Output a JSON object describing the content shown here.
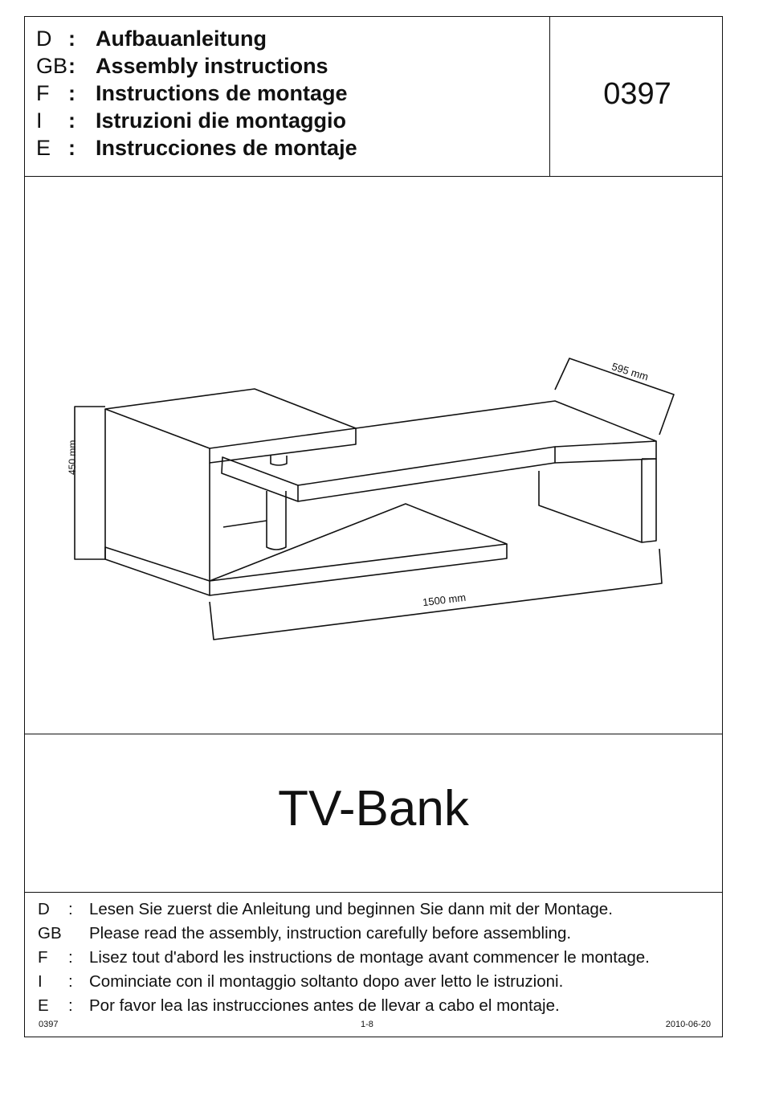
{
  "document_number": "0397",
  "header": {
    "languages": [
      {
        "code": "D",
        "label": "Aufbauanleitung"
      },
      {
        "code": "GB",
        "label": "Assembly instructions"
      },
      {
        "code": "F",
        "label": "Instructions de montage"
      },
      {
        "code": "I",
        "label": "Istruzioni die montaggio"
      },
      {
        "code": "E",
        "label": "Instrucciones de montaje"
      }
    ]
  },
  "drawing": {
    "dimensions": {
      "height": "450 mm",
      "length": "1500 mm",
      "depth": "595 mm"
    }
  },
  "product_title": "TV-Bank",
  "notes": [
    {
      "code": "D",
      "text": "Lesen Sie zuerst die Anleitung und beginnen Sie dann mit der Montage."
    },
    {
      "code": "GB",
      "text": "Please read the assembly, instruction carefully before assembling."
    },
    {
      "code": "F",
      "text": "Lisez tout d'abord les instructions de montage avant commencer le montage."
    },
    {
      "code": "I",
      "text": "Cominciate con il montaggio soltanto dopo aver letto le istruzioni."
    },
    {
      "code": "E",
      "text": "Por favor lea las instrucciones antes de llevar a cabo el montaje."
    }
  ],
  "footer": {
    "left": "0397",
    "center": "1-8",
    "right": "2010-06-20"
  }
}
